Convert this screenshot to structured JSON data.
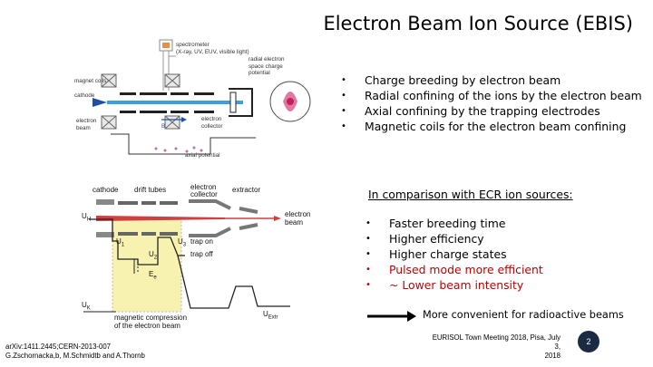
{
  "slide": {
    "title": "Electron Beam Ion Source (EBIS)",
    "bullets": [
      "Charge breeding by electron beam",
      "Radial confining of the ions by the electron beam",
      "Axial confining by the trapping electrodes",
      "Magnetic coils for the electron beam confining"
    ],
    "comparison": {
      "heading": "In comparison with ECR ion sources:",
      "items": [
        {
          "text": "Faster breeding time",
          "color": "#000000"
        },
        {
          "text": "Higher efficiency",
          "color": "#000000"
        },
        {
          "text": "Higher charge states",
          "color": "#000000"
        },
        {
          "text": "Pulsed mode more efficient",
          "color": "#c00000"
        },
        {
          "text": "~ Lower beam intensity",
          "color": "#c00000"
        }
      ]
    },
    "conclusion": "More convenient for radioactive beams",
    "footer_left": [
      "arXiv:1411.2445;CERN-2013-007",
      "G.Zschornacka,b, M.Schmidtb and A.Thornb"
    ],
    "footer_right": [
      "EURISOL Town Meeting 2018, Pisa, July 3,",
      "2018"
    ],
    "page_number": "2"
  },
  "figure_top": {
    "spectrometer": [
      "spectrometer",
      "(X-ray, UV, EUV, visible light)"
    ],
    "magnet_coils": "magnet coils",
    "cathode": "cathode",
    "electron_beam": [
      "electron",
      "beam"
    ],
    "b_field": "B",
    "electron_collector": [
      "electron",
      "collector"
    ],
    "radial_potential": [
      "radial electron",
      "space charge",
      "potential"
    ],
    "axial_potential": "axial potential"
  },
  "figure_bottom": {
    "cathode": "cathode",
    "drift_tubes": "drift tubes",
    "electron_collector": [
      "electron",
      "collector"
    ],
    "extractor": "extractor",
    "electron_beam": [
      "electron",
      "beam"
    ],
    "u_h": "U",
    "u_h_sub": "H",
    "u1": "U",
    "u1_sub": "1",
    "u2": "U",
    "u2_sub": "2",
    "u3": "U",
    "u3_sub": "3",
    "ee": "E",
    "ee_sub": "e",
    "uk": "U",
    "uk_sub": "K",
    "uextr": "U",
    "uextr_sub": "Extr",
    "trap_on": "trap on",
    "trap_off": "trap off",
    "compression": [
      "magnetic compression",
      "of the electron beam"
    ]
  },
  "colors": {
    "accent_red": "#c00000",
    "fig_yellow": "#f7f2b0",
    "page_badge": "#1d2a44"
  }
}
